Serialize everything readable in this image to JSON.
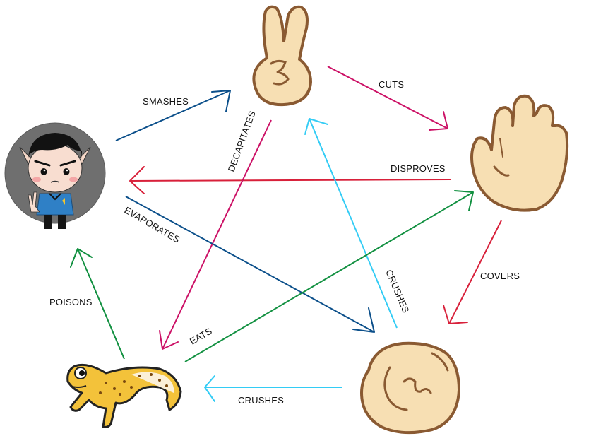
{
  "nodes": {
    "spock": {
      "icon": "spock-icon"
    },
    "scissors": {
      "icon": "scissors-hand-icon"
    },
    "paper": {
      "icon": "paper-hand-icon"
    },
    "rock": {
      "icon": "rock-fist-icon"
    },
    "lizard": {
      "icon": "lizard-icon"
    }
  },
  "edges": {
    "smashes": {
      "label": "SMASHES",
      "color": "#0b4f8a"
    },
    "cuts": {
      "label": "CUTS",
      "color": "#cc1166"
    },
    "disproves": {
      "label": "DISPROVES",
      "color": "#d8203a"
    },
    "decapitates": {
      "label": "DECAPITATES",
      "color": "#cc1166"
    },
    "evaporates": {
      "label": "EVAPORATES",
      "color": "#0b4f8a"
    },
    "covers": {
      "label": "COVERS",
      "color": "#d8203a"
    },
    "crushes_scissors": {
      "label": "CRUSHES",
      "color": "#33ccf5"
    },
    "eats": {
      "label": "EATS",
      "color": "#119040"
    },
    "poisons": {
      "label": "POISONS",
      "color": "#119040"
    },
    "crushes_lizard": {
      "label": "CRUSHES",
      "color": "#33ccf5"
    }
  },
  "colors": {
    "hand_fill": "#f7dfb3",
    "hand_outline": "#8a5a32",
    "spock_bg": "#6f6f6f",
    "lizard_body": "#f3c23a"
  }
}
